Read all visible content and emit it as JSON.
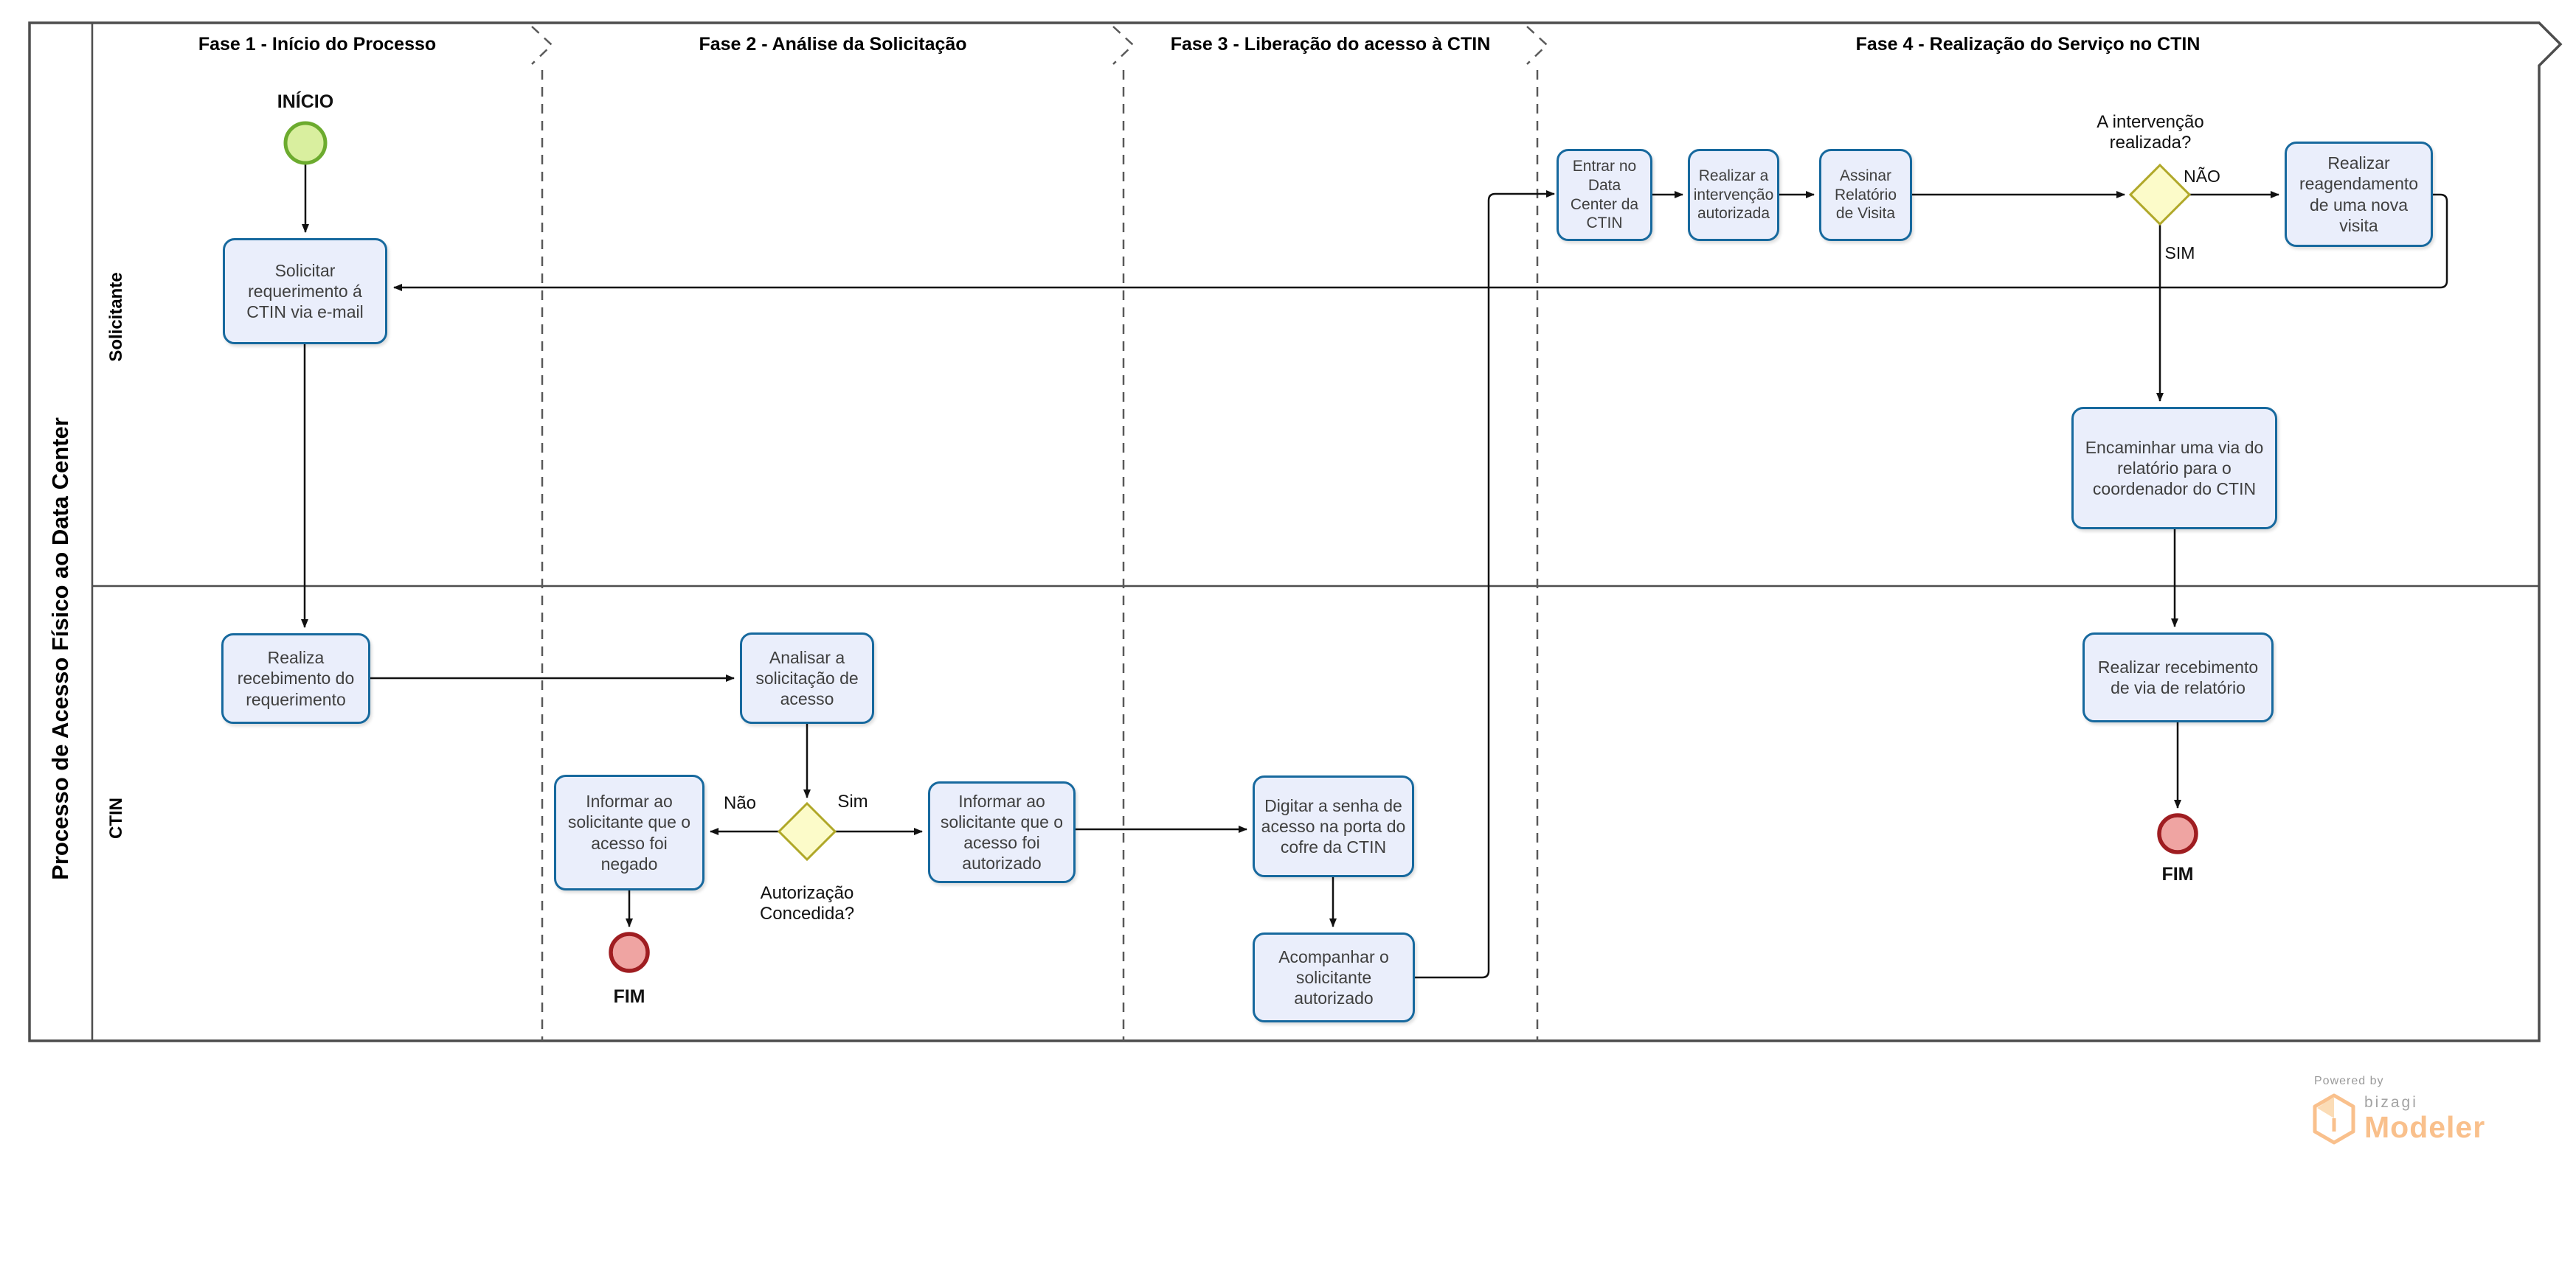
{
  "pool": {
    "title": "Processo de Acesso Físico ao Data Center"
  },
  "lanes": [
    {
      "label": "Solicitante"
    },
    {
      "label": "CTIN"
    }
  ],
  "phases": [
    {
      "label": "Fase 1 - Início do Processo"
    },
    {
      "label": "Fase 2 - Análise da Solicitação"
    },
    {
      "label": "Fase 3 - Liberação do acesso à CTIN"
    },
    {
      "label": "Fase 4 - Realização do Serviço no CTIN"
    }
  ],
  "events": {
    "start": {
      "label": "INÍCIO"
    },
    "end_fase2": {
      "label": "FIM"
    },
    "end_fase4": {
      "label": "FIM"
    }
  },
  "tasks": {
    "solicitar": {
      "label": "Solicitar requerimento á CTIN via e-mail"
    },
    "realiza_recebimento": {
      "label": "Realiza recebimento do requerimento"
    },
    "analisar": {
      "label": "Analisar a solicitação de acesso"
    },
    "informar_negado": {
      "label": "Informar ao solicitante que o acesso foi negado"
    },
    "informar_autorizado": {
      "label": "Informar ao solicitante que o acesso foi autorizado"
    },
    "digitar_senha": {
      "label": "Digitar a senha de acesso na porta do cofre da CTIN"
    },
    "acompanhar": {
      "label": "Acompanhar o solicitante autorizado"
    },
    "entrar": {
      "label": "Entrar no Data Center da CTIN"
    },
    "realizar_intervencao": {
      "label": "Realizar a intervenção autorizada"
    },
    "assinar": {
      "label": "Assinar Relatório de Visita"
    },
    "reagendamento": {
      "label": "Realizar reagendamento de uma nova visita"
    },
    "encaminhar": {
      "label": "Encaminhar uma via do relatório para o coordenador do CTIN"
    },
    "realizar_recebimento_via": {
      "label": "Realizar recebimento de via de relatório"
    }
  },
  "gateways": {
    "autorizacao": {
      "question": "Autorização\nConcedida?",
      "no_label": "Não",
      "yes_label": "Sim"
    },
    "intervencao": {
      "question": "A intervenção\nrealizada?",
      "no_label": "NÃO",
      "yes_label": "SIM"
    }
  },
  "logo": {
    "powered_by": "Powered by",
    "brand": "bizagi",
    "product": "Modeler"
  },
  "colors": {
    "task_fill": "#eaeefb",
    "task_border": "#17699e",
    "start_fill": "#d9ef9f",
    "start_border": "#6cab2e",
    "end_fill": "#efa4a2",
    "end_border": "#9f1d21",
    "gateway_fill": "#fcfbc9",
    "gateway_border": "#b0a829",
    "connector": "#111111",
    "pool_border": "#4d4d4d",
    "separator": "#595959",
    "logo_orange": "#f9c08c",
    "logo_gray": "#a3a3a3"
  }
}
